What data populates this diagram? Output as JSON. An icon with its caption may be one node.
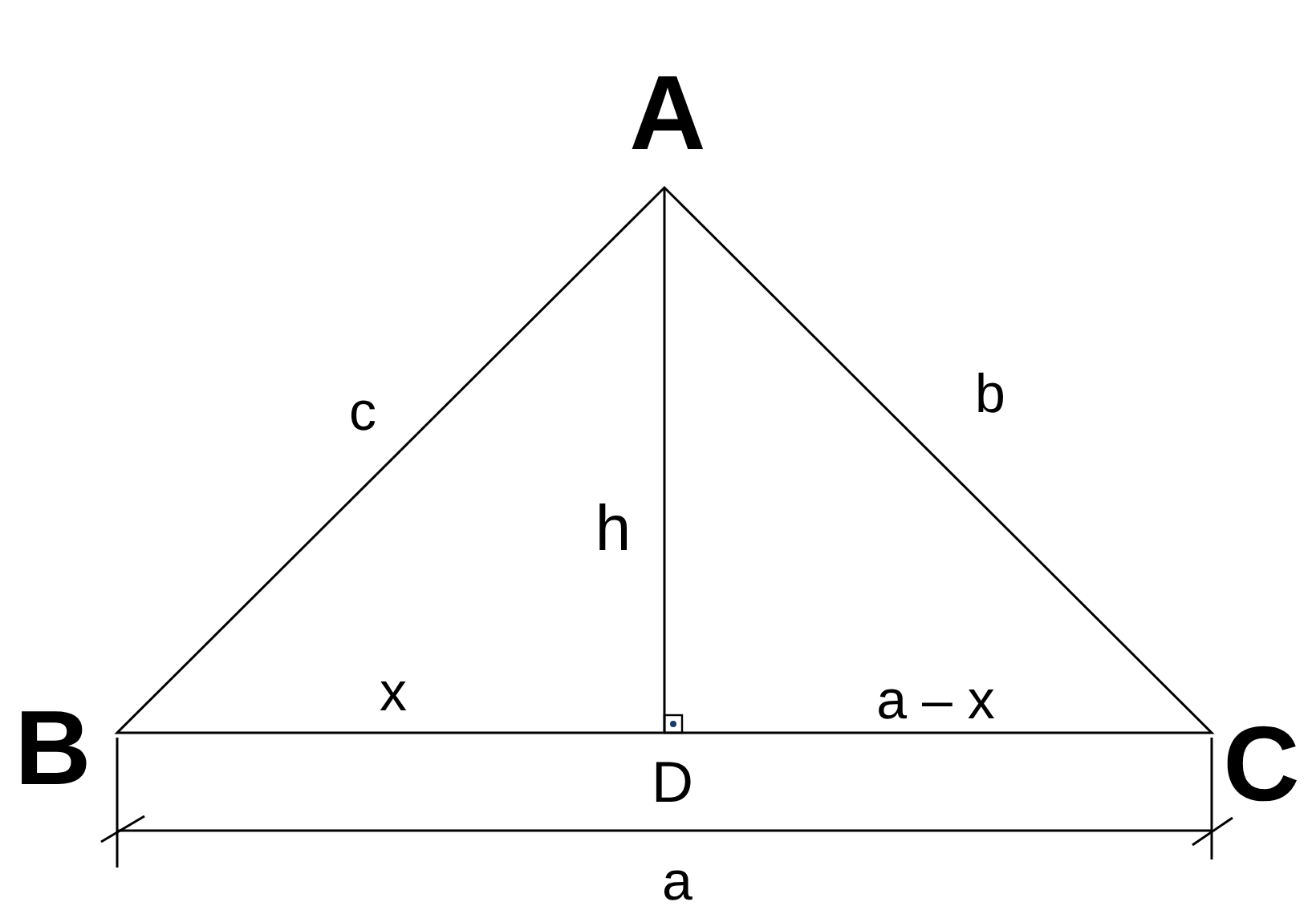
{
  "diagram": {
    "labels": [
      "A",
      "c",
      "b",
      "h",
      "x",
      "a – x",
      "B",
      "D",
      "C",
      "a"
    ]
  }
}
